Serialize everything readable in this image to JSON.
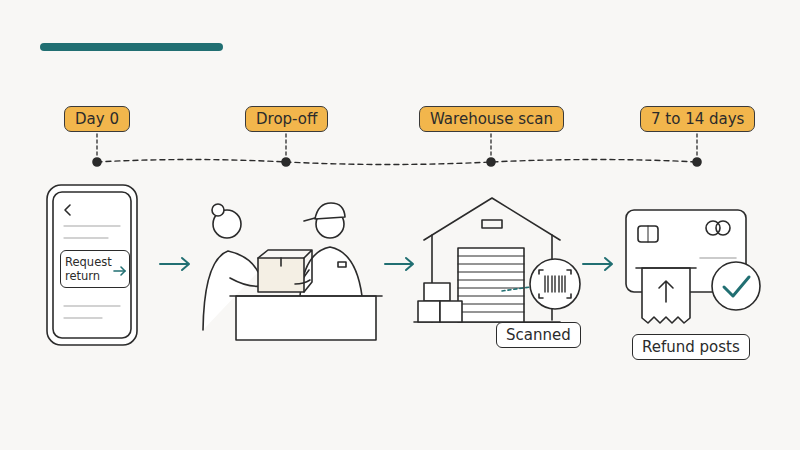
{
  "diagram": {
    "nodes": [
      {
        "text": [
          "Day 0"
        ]
      },
      {
        "text": [
          "Drop-off"
        ]
      },
      {
        "text": [
          "Warehouse scan"
        ]
      },
      {
        "text": [
          "7 to 14 days"
        ]
      },
      {
        "text": [
          "Request return"
        ]
      },
      {
        "text": [
          "Scanned"
        ]
      },
      {
        "text": [
          "Refund posts"
        ]
      }
    ]
  }
}
